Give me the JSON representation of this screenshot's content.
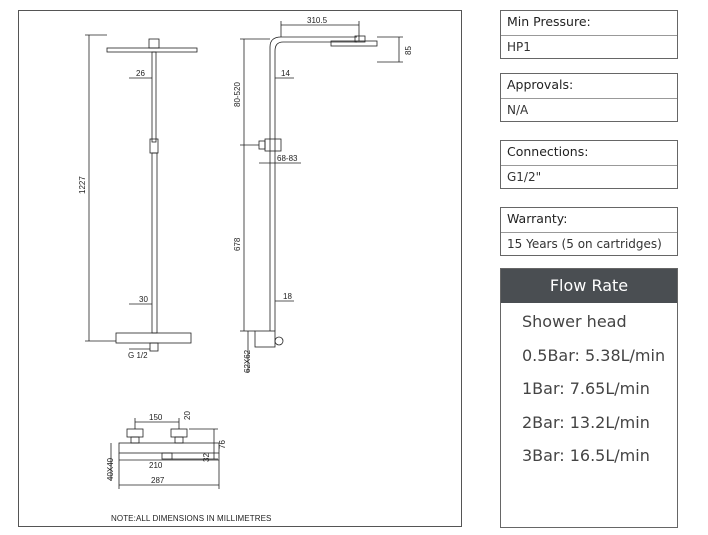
{
  "drawing": {
    "note": "NOTE:ALL DIMENSIONS IN MILLIMETRES",
    "front_view": {
      "height": "1227",
      "top": "26",
      "bottom": "30",
      "connection": "G 1/2"
    },
    "side_view": {
      "arm_length": "310.5",
      "head_height": "85",
      "arm_range": "80-520",
      "tube_top": "14",
      "holder_range": "68-83",
      "rail_length": "678",
      "tube_bottom": "18",
      "valve_size": "62X62"
    },
    "bottom_view": {
      "centres": "150",
      "handle_height": "20",
      "height_total": "76",
      "body_height": "32",
      "body_width": "210",
      "overall_width": "287",
      "section": "40X40"
    }
  },
  "specs": [
    {
      "title": "Min Pressure:",
      "value": "HP1"
    },
    {
      "title": "Approvals:",
      "value": "N/A"
    },
    {
      "title": "Connections:",
      "value": "G1/2\""
    },
    {
      "title": "Warranty:",
      "value": "15 Years (5 on cartridges)"
    }
  ],
  "flow_rate": {
    "title": "Flow Rate",
    "items": [
      "Shower head",
      "0.5Bar: 5.38L/min",
      "1Bar: 7.65L/min",
      "2Bar: 13.2L/min",
      "3Bar: 16.5L/min"
    ]
  }
}
